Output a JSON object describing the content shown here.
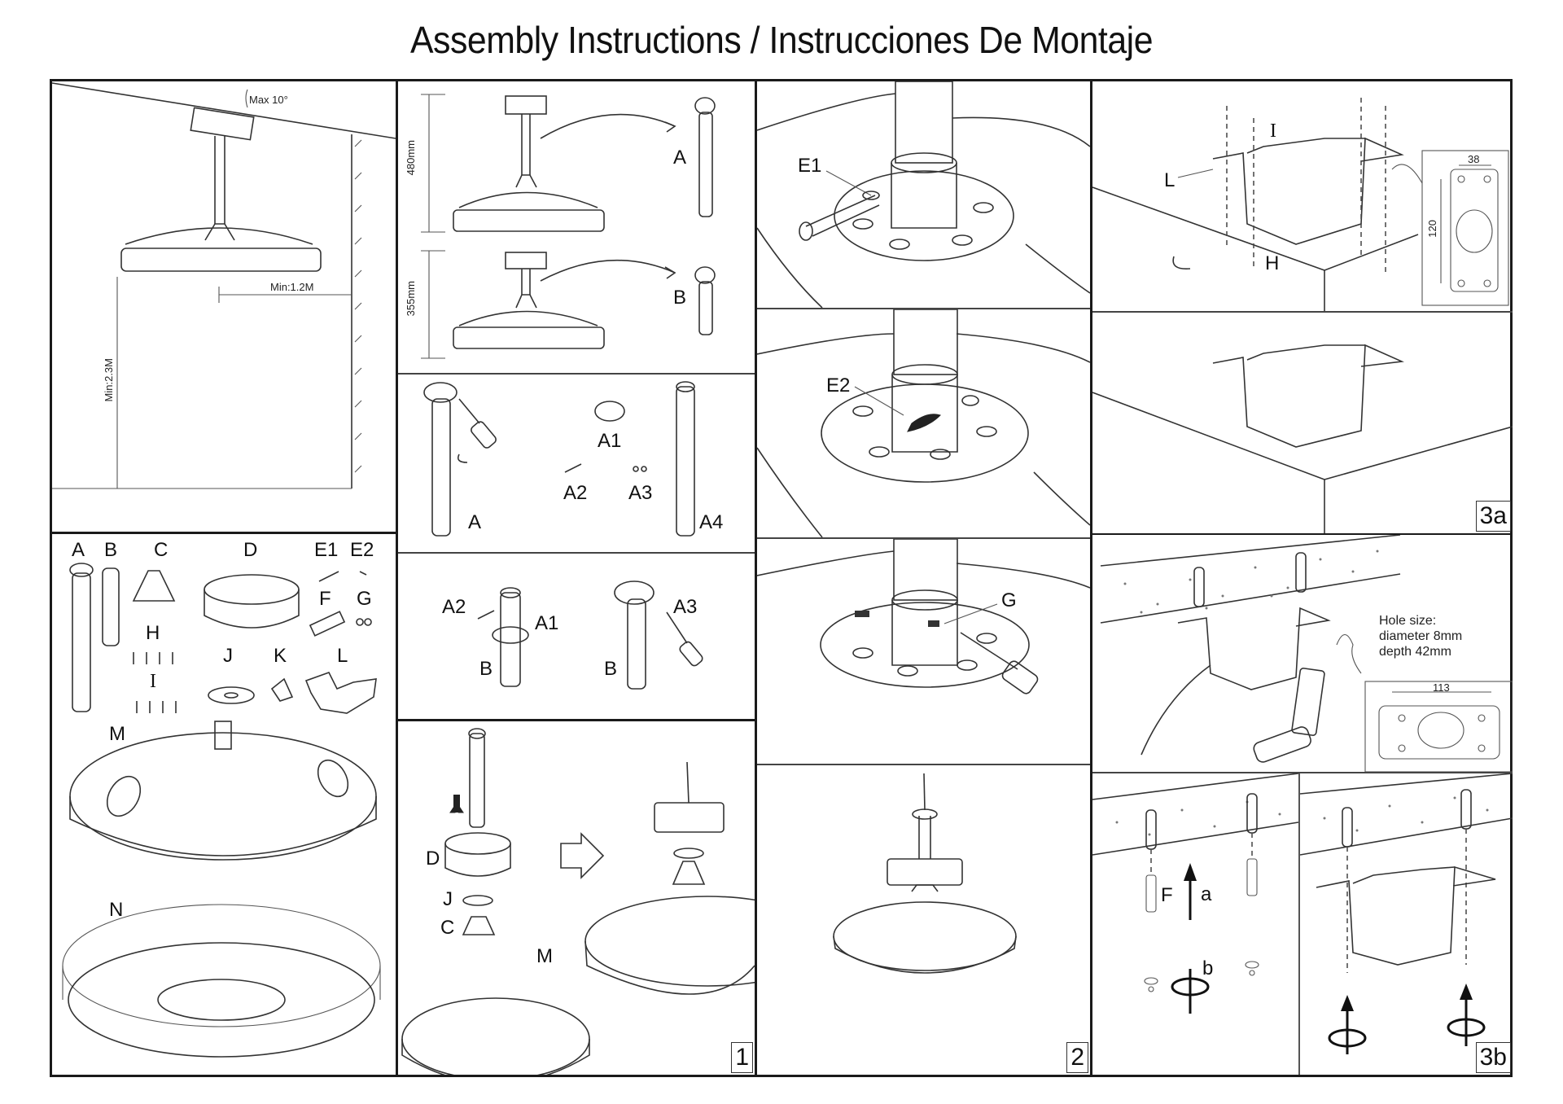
{
  "title": "Assembly Instructions / Instrucciones De Montaje",
  "panels": {
    "clearance": {
      "angle_label": "Max 10°",
      "wall_distance_label": "Min:1.2M",
      "floor_height_label": "Min:2.3M"
    },
    "parts": {
      "labels": [
        "A",
        "B",
        "C",
        "D",
        "E1",
        "E2",
        "F",
        "G",
        "H",
        "I",
        "J",
        "K",
        "L",
        "M",
        "N"
      ]
    },
    "downrod_choice": {
      "long_height": "480mm",
      "short_height": "355mm",
      "long_rod_label": "A",
      "short_rod_label": "B"
    },
    "downrod_disassembly": {
      "labels": {
        "rod": "A",
        "cap": "A1",
        "pin": "A2",
        "screws": "A3",
        "tube": "A4"
      }
    },
    "downrod_reassembly": {
      "labels": {
        "pin": "A2",
        "cap": "A1",
        "rod_left": "B",
        "rod_right": "B",
        "screws": "A3"
      }
    },
    "step1": {
      "labels": {
        "canopy": "D",
        "ring": "J",
        "cover": "C",
        "motor": "M"
      },
      "step_number": "1"
    },
    "step2": {
      "labels": {
        "pin": "E1",
        "clip": "E2",
        "screw": "G"
      },
      "step_number": "2"
    },
    "step3a": {
      "labels": {
        "screws": "I",
        "bracket": "L",
        "anchors": "H"
      },
      "dim_width": "38",
      "dim_height": "120",
      "step_number": "3a"
    },
    "step3_drill": {
      "hole_size_lines": [
        "Hole size:",
        "diameter 8mm",
        "depth 42mm"
      ],
      "dim_width": "113"
    },
    "step3b": {
      "labels": {
        "anchor": "F",
        "step_a": "a",
        "step_b": "b"
      },
      "step_number": "3b"
    }
  }
}
